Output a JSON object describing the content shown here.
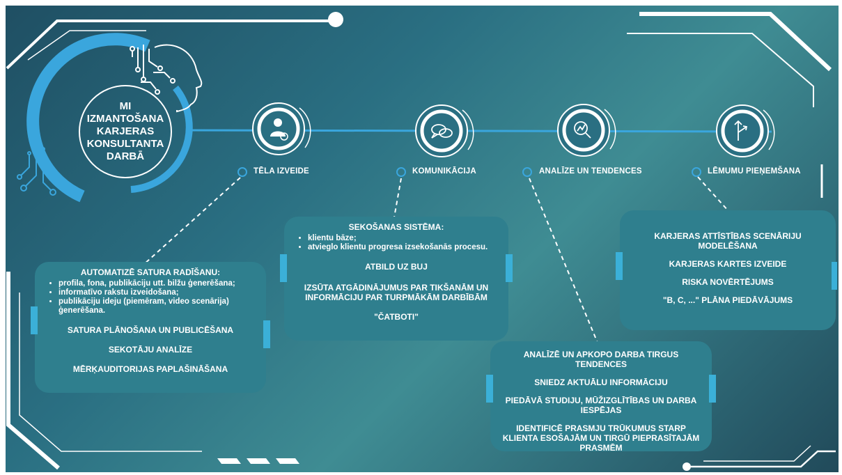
{
  "title": "MI\nIZMANTOŠANA\nKARJERAS\nKONSULTANTA\nDARBĀ",
  "colors": {
    "accent": "#3aa6dd",
    "line": "#ffffff",
    "box": "#2f7f8e",
    "background": "#2a6f82"
  },
  "stages": [
    {
      "label": "TĒLA IZVEIDE",
      "icon": "person-globe-icon"
    },
    {
      "label": "KOMUNIKĀCIJA",
      "icon": "chat-bubbles-icon"
    },
    {
      "label": "ANALĪZE UN TENDENCES",
      "icon": "magnifier-chart-icon"
    },
    {
      "label": "LĒMUMU PIEŅEMŠANA",
      "icon": "decision-arrows-icon"
    }
  ],
  "boxes": {
    "tela": {
      "heading": "AUTOMATIZĒ SATURA RADĪŠANU:",
      "bullets": [
        "profila, fona, publikāciju utt. bilžu ģenerēšana;",
        "informatīvo rakstu izveidošana;",
        "publikāciju ideju (piemēram, video scenārija) ģenerēšana."
      ],
      "items": [
        "SATURA PLĀNOŠANA UN PUBLICĒŠANA",
        "SEKOTĀJU ANALĪZE",
        "MĒRĶAUDITORIJAS PAPLAŠINĀŠANA"
      ]
    },
    "komunikacija": {
      "heading": "SEKOŠANAS SISTĒMA:",
      "bullets": [
        "klientu bāze;",
        "atvieglo klientu progresa izsekošanās procesu."
      ],
      "items": [
        "ATBILD UZ BUJ",
        "IZSŪTA ATGĀDINĀJUMUS PAR TIKŠANĀM UN INFORMĀCIJU PAR TURPMĀKĀM DARBĪBĀM",
        "\"ČATBOTI\""
      ]
    },
    "analize": {
      "items": [
        "ANALĪZĒ UN APKOPO DARBA TIRGUS TENDENCES",
        "SNIEDZ AKTUĀLU INFORMĀCIJU",
        "PIEDĀVĀ STUDIJU, MŪŽIZGLĪTĪBAS UN DARBA IESPĒJAS",
        "IDENTIFICĒ PRASMJU TRŪKUMUS STARP KLIENTA ESOŠAJĀM UN TIRGŪ PIEPRASĪTAJĀM PRASMĒM"
      ]
    },
    "lemumu": {
      "items": [
        "KARJERAS ATTĪSTĪBAS SCENĀRIJU MODELĒŠANA",
        "KARJERAS KARTES IZVEIDE",
        "RISKA NOVĒRTĒJUMS",
        "\"B, C, ...\" PLĀNA PIEDĀVĀJUMS"
      ]
    }
  }
}
